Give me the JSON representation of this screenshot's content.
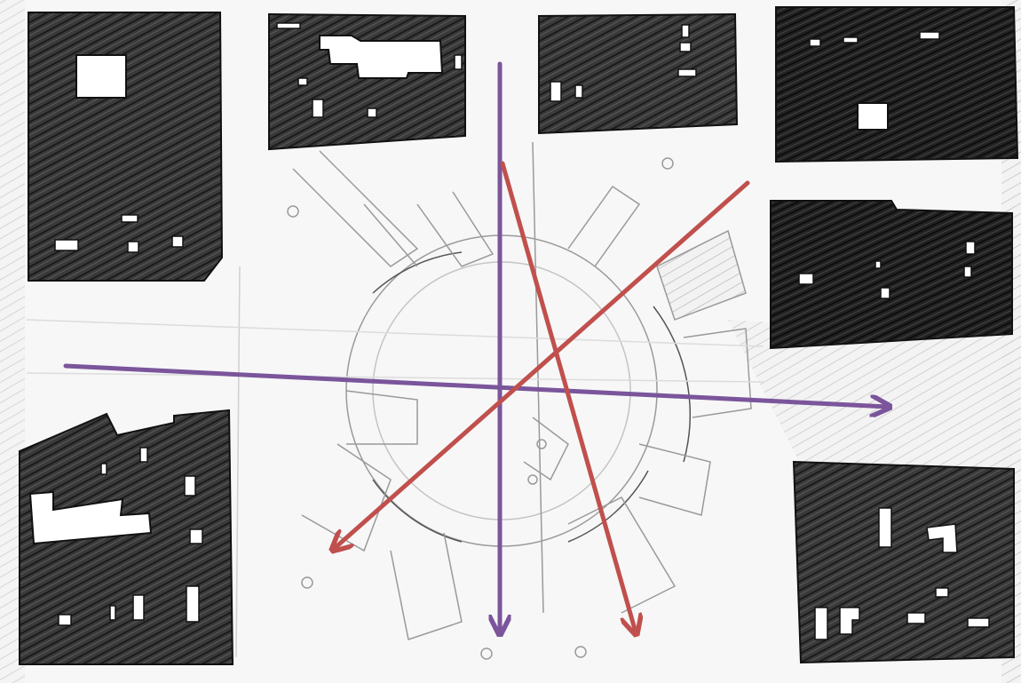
{
  "figure": {
    "kind": "site-plan-sketch",
    "style": "pencil-hatched",
    "has_text": false
  },
  "colors": {
    "background": "#f7f7f7",
    "block_dark": "#2e2e2e",
    "block_outline": "#111111",
    "cutout": "#ffffff",
    "plaza_line": "#9a9a9a",
    "axis_arrows": "#7b559b",
    "diagonal_arrows": "#c0504d"
  },
  "elements": {
    "city_blocks": [
      {
        "name": "block-top-left",
        "shade": "dark"
      },
      {
        "name": "block-top-center-left",
        "shade": "dark"
      },
      {
        "name": "block-top-center-right",
        "shade": "dark"
      },
      {
        "name": "block-top-right",
        "shade": "very-dark"
      },
      {
        "name": "block-mid-right",
        "shade": "very-dark"
      },
      {
        "name": "block-bottom-left",
        "shade": "dark"
      },
      {
        "name": "block-bottom-right",
        "shade": "dark"
      }
    ],
    "central_plaza": {
      "form": "circular-radial"
    },
    "arrows": [
      {
        "name": "vertical-axis-arrow",
        "color_key": "axis_arrows",
        "direction": "down"
      },
      {
        "name": "horizontal-axis-arrow",
        "color_key": "axis_arrows",
        "direction": "right"
      },
      {
        "name": "diagonal-arrow-southwest",
        "color_key": "diagonal_arrows",
        "direction": "down-left"
      },
      {
        "name": "diagonal-arrow-southeast",
        "color_key": "diagonal_arrows",
        "direction": "down-right"
      }
    ]
  }
}
